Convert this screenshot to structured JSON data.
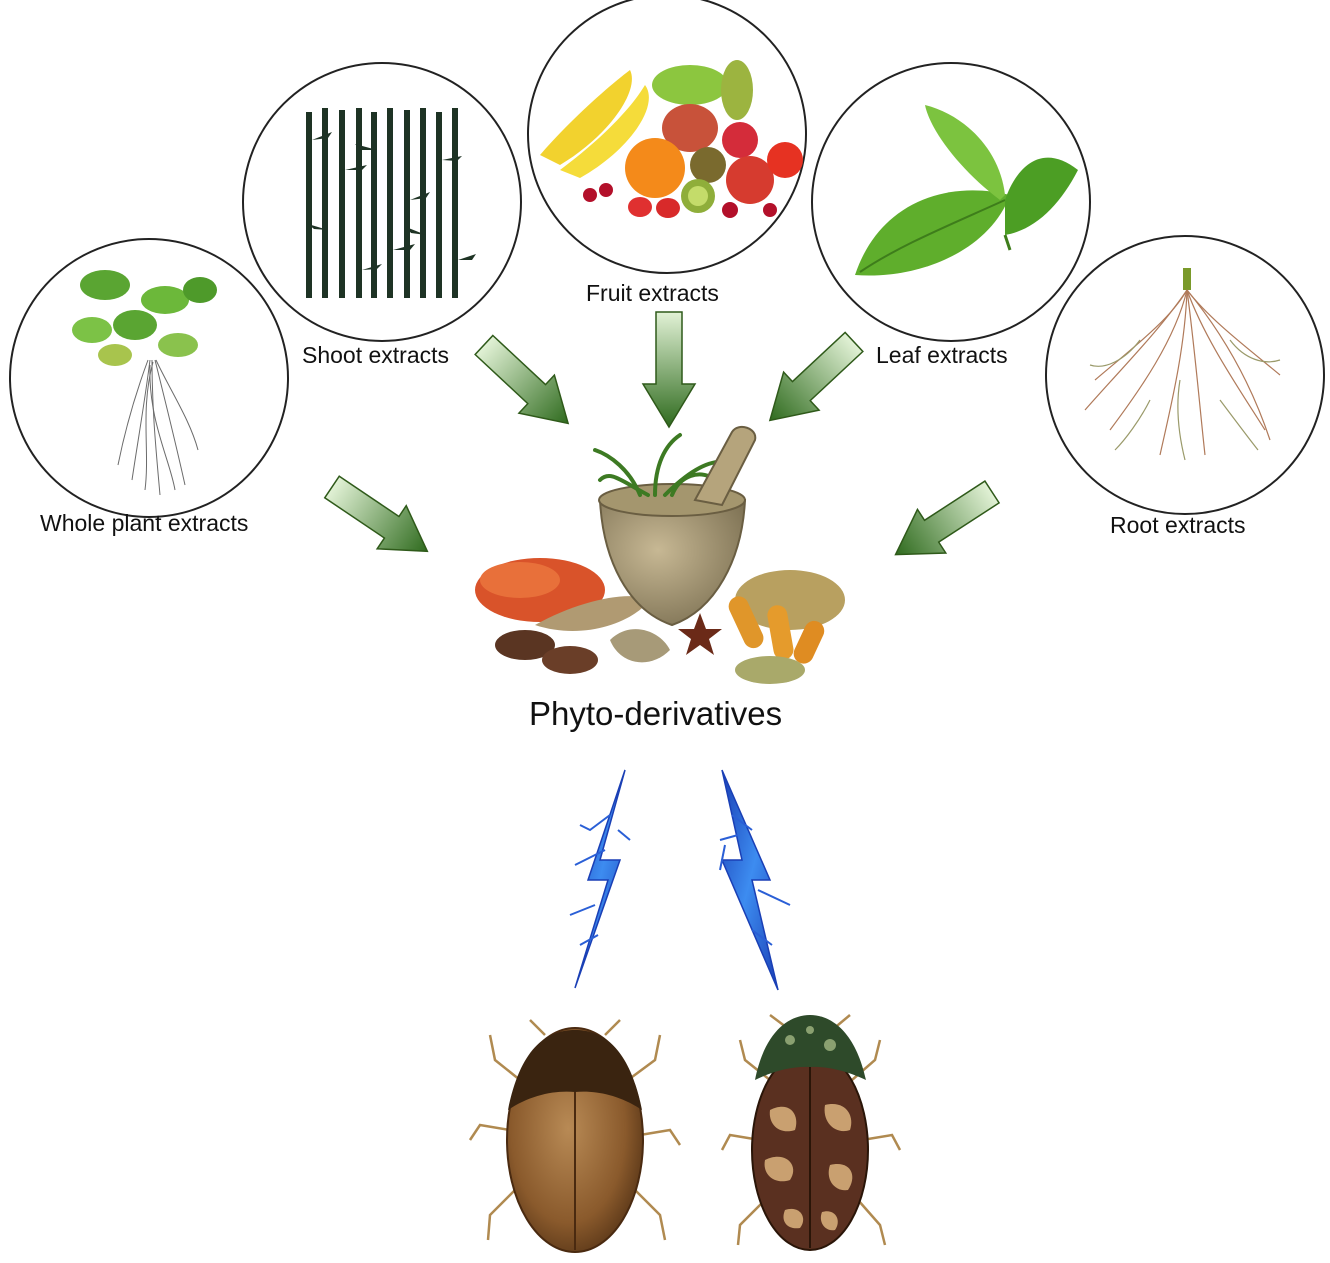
{
  "sources": [
    {
      "id": "whole-plant",
      "label": "Whole plant extracts",
      "icon": "aquatic-plant-icon"
    },
    {
      "id": "shoot",
      "label": "Shoot extracts",
      "icon": "bamboo-shoots-icon"
    },
    {
      "id": "fruit",
      "label": "Fruit extracts",
      "icon": "fruit-basket-icon"
    },
    {
      "id": "leaf",
      "label": "Leaf extracts",
      "icon": "green-leaves-icon"
    },
    {
      "id": "root",
      "label": "Root extracts",
      "icon": "root-system-icon"
    }
  ],
  "center": {
    "label": "Phyto-derivatives",
    "icon": "mortar-and-spices-icon"
  },
  "action": {
    "icon": "lightning-bolt-icon",
    "color": "#2a5fd6"
  },
  "targets": [
    {
      "id": "beetle-1",
      "icon": "brown-beetle-icon"
    },
    {
      "id": "beetle-2",
      "icon": "patterned-beetle-icon"
    }
  ],
  "colors": {
    "arrow_dark": "#2f6b1e",
    "arrow_light": "#d7eec8",
    "circle_stroke": "#222222"
  }
}
